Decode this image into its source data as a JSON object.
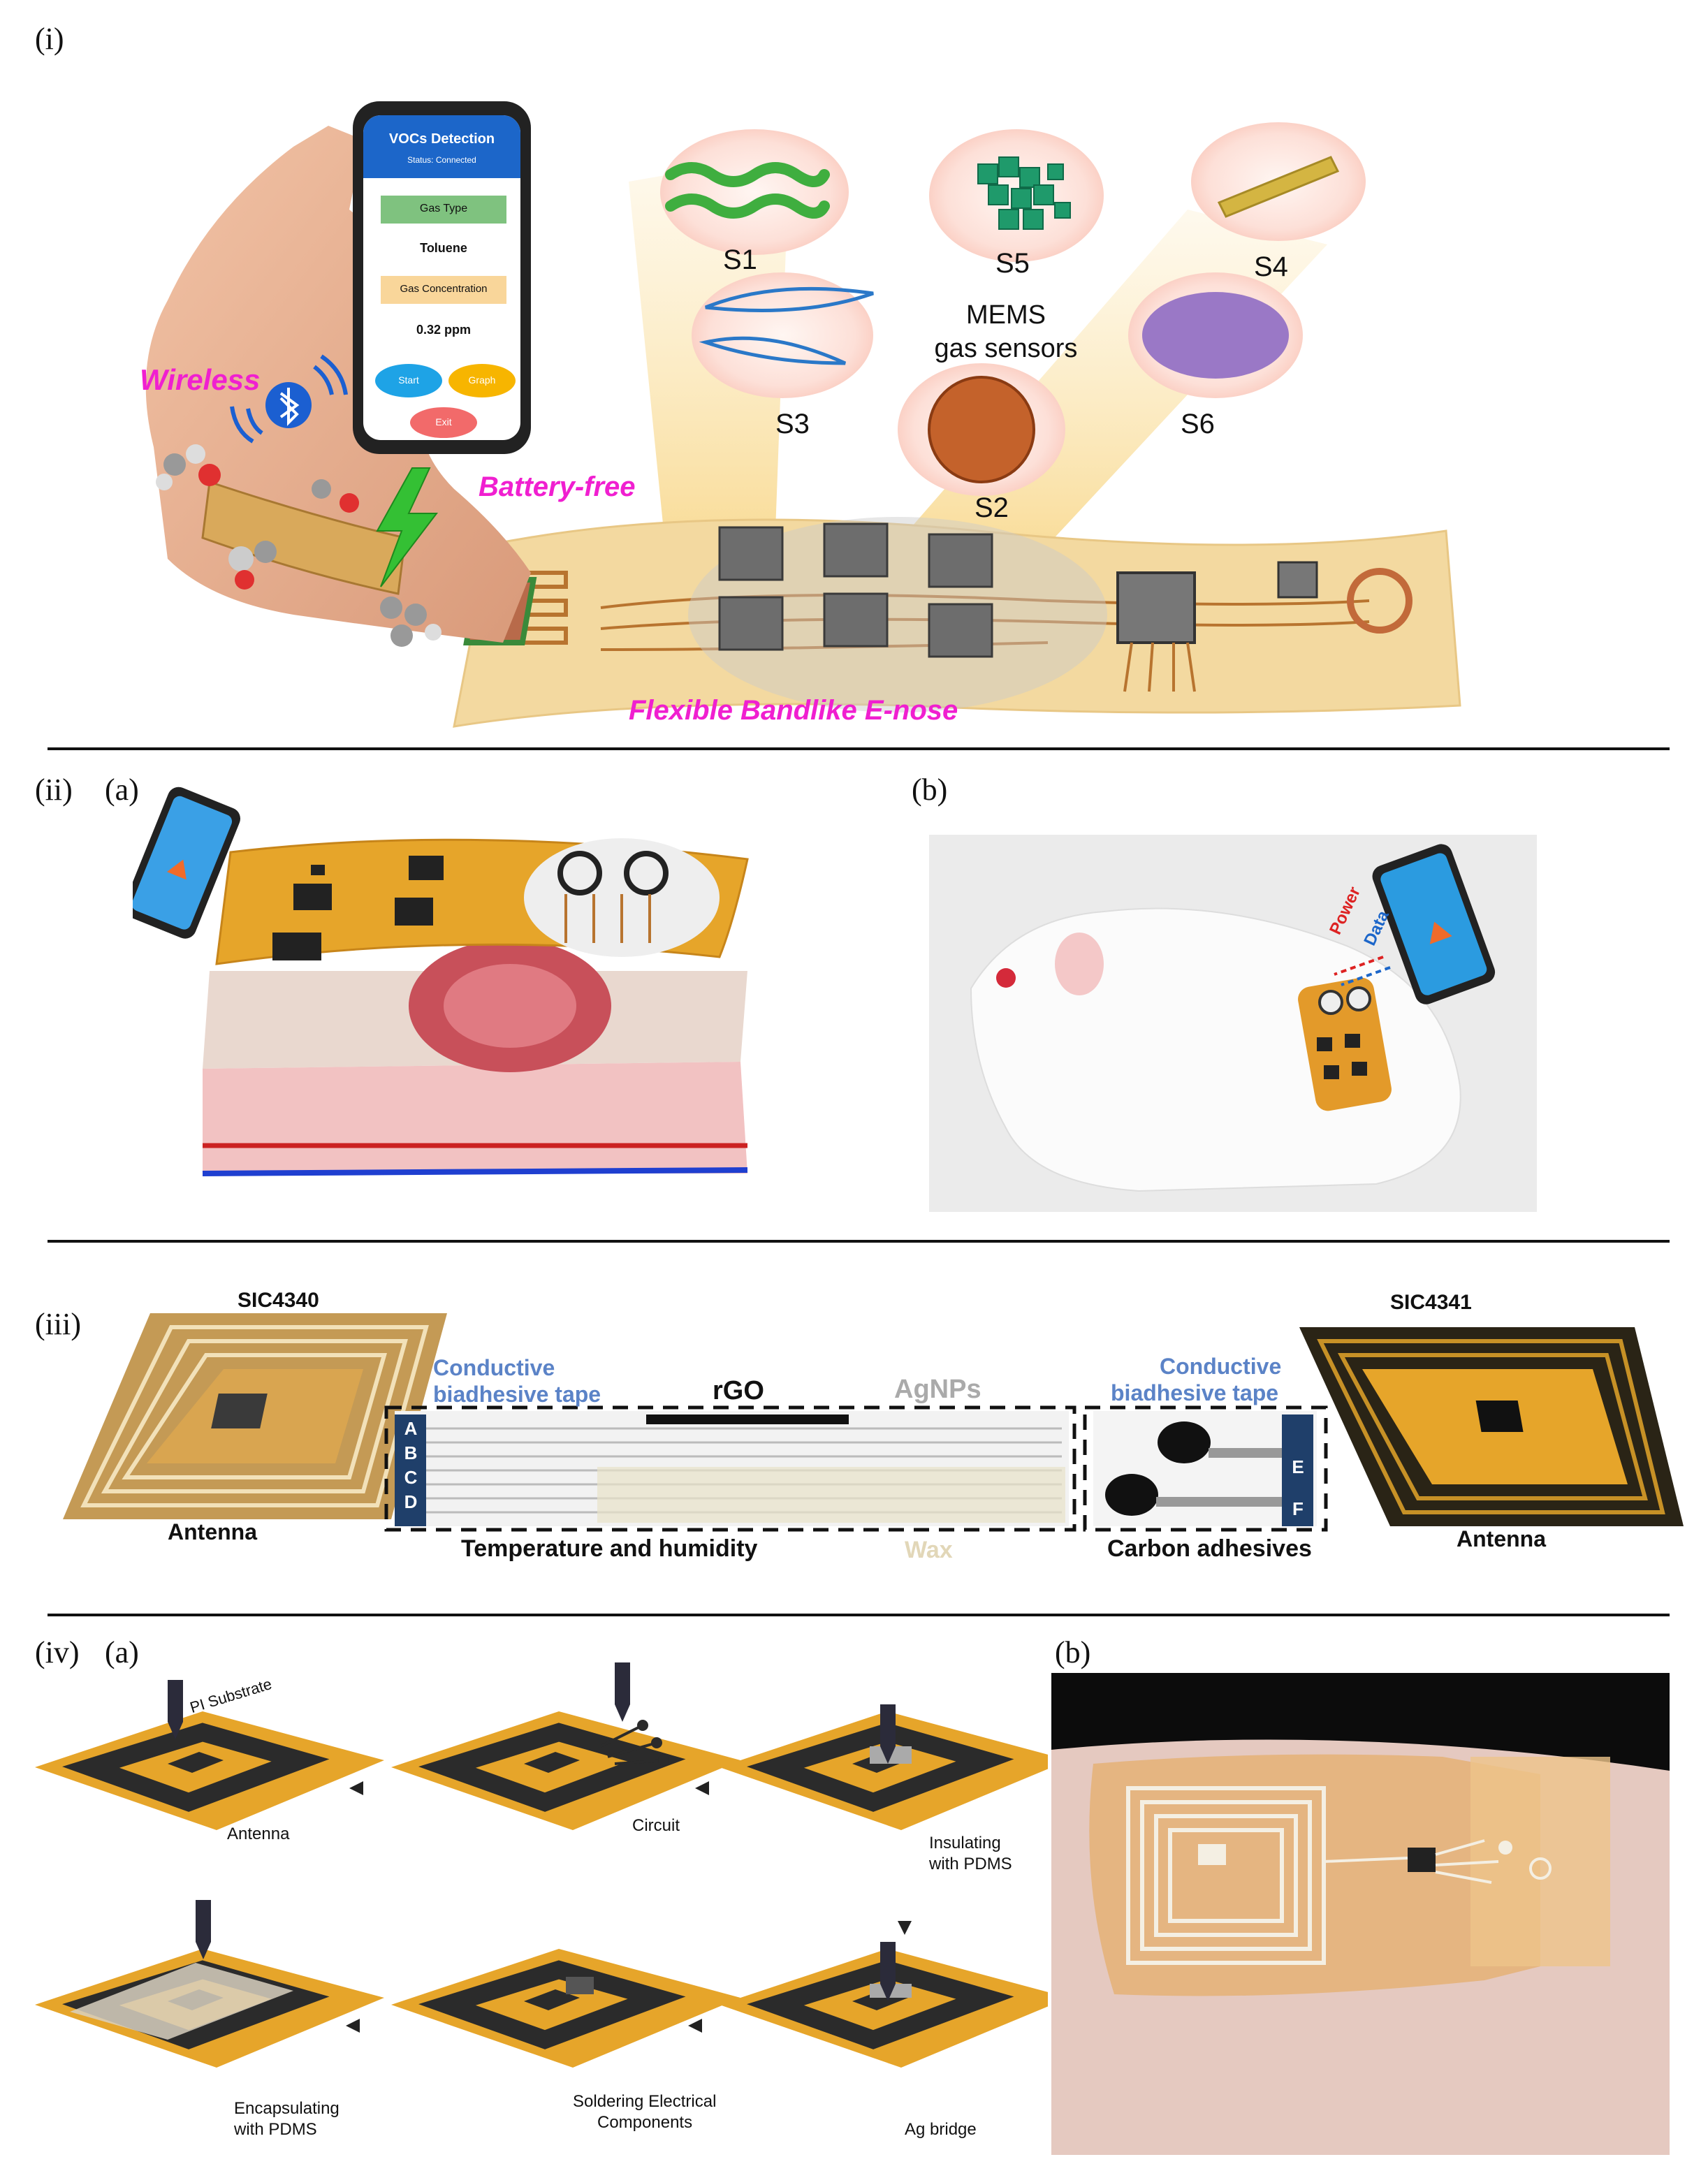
{
  "panels": {
    "i": {
      "label": "(i)"
    },
    "ii": {
      "label": "(ii)",
      "a": "(a)",
      "b": "(b)"
    },
    "iii": {
      "label": "(iii)"
    },
    "iv": {
      "label": "(iv)",
      "a": "(a)",
      "b": "(b)"
    }
  },
  "panel_i": {
    "phone": {
      "title": "VOCs Detection",
      "status": "Status: Connected",
      "gas_type_label": "Gas Type",
      "gas_type_value": "Toluene",
      "gas_conc_label": "Gas Concentration",
      "gas_conc_value": "0.32 ppm",
      "start": "Start",
      "graph": "Graph",
      "exit": "Exit"
    },
    "wireless": "Wireless",
    "battery_free": "Battery-free",
    "sensors": [
      "S1",
      "S5",
      "S4",
      "S3",
      "S2",
      "S6"
    ],
    "mems_line1": "MEMS",
    "mems_line2": "gas sensors",
    "band_title": "Flexible Bandlike E-nose"
  },
  "panel_ii": {
    "power": "Power",
    "data": "Data"
  },
  "panel_iii": {
    "chip_left": "SIC4340",
    "chip_right": "SIC4341",
    "antenna_left": "Antenna",
    "antenna_right": "Antenna",
    "tape_left_1": "Conductive",
    "tape_left_2": "biadhesive tape",
    "tape_right_1": "Conductive",
    "tape_right_2": "biadhesive tape",
    "rgo": "rGO",
    "agnps": "AgNPs",
    "temp_humidity": "Temperature and humidity",
    "wax": "Wax",
    "carbon": "Carbon adhesives",
    "letters": [
      "A",
      "B",
      "C",
      "D",
      "E",
      "F"
    ]
  },
  "panel_iv": {
    "pi_substrate": "PI Substrate",
    "antenna": "Antenna",
    "circuit": "Circuit",
    "insulating_1": "Insulating",
    "insulating_2": "with PDMS",
    "encapsulating_1": "Encapsulating",
    "encapsulating_2": "with PDMS",
    "soldering_1": "Soldering Electrical",
    "soldering_2": "Components",
    "ag_bridge": "Ag bridge"
  },
  "colors": {
    "magenta": "#f01fd0",
    "tape_blue": "#5b83c7",
    "kapton": "#e6a52a",
    "band": "#f3d9a0",
    "antenna_dark": "#2b2b2b"
  }
}
